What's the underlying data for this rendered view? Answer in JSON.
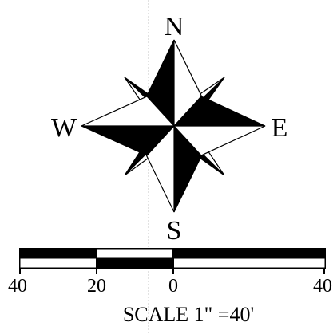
{
  "compass": {
    "north": "N",
    "south": "S",
    "east": "E",
    "west": "W"
  },
  "scale_bar": {
    "ticks": [
      "40",
      "20",
      "0",
      "40"
    ],
    "caption": "SCALE 1\" =40'"
  },
  "colors": {
    "ink": "#000000",
    "paper": "#ffffff",
    "guide_line": "#b8b8b8"
  }
}
